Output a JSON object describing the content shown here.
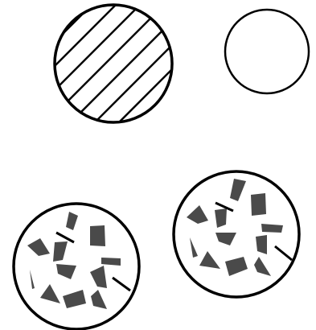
{
  "figure": {
    "background": "#ffffff",
    "stroke_color": "#000000",
    "fragment_color": "#4a4a4a",
    "shapes": [
      {
        "kind": "hatched-circle",
        "hatch": "diagonal-lines"
      },
      {
        "kind": "empty-circle"
      },
      {
        "kind": "circle-with-fragments"
      },
      {
        "kind": "circle-with-fragments"
      }
    ]
  }
}
